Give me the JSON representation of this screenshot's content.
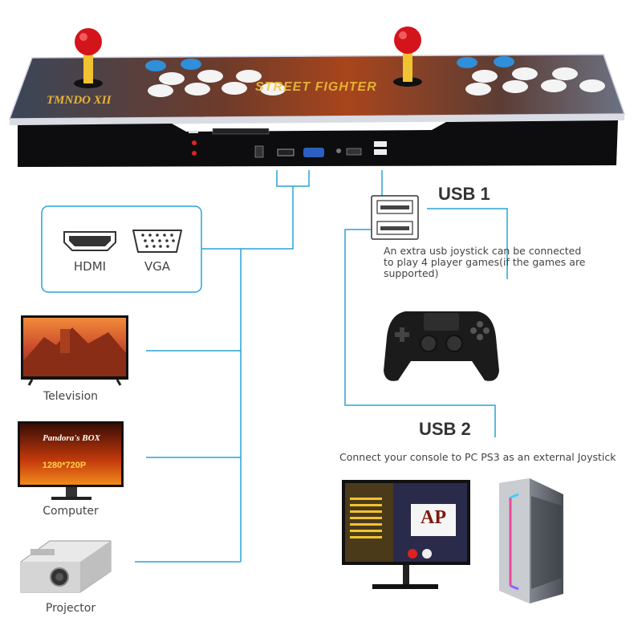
{
  "console": {
    "game_title": "TMNDO XII",
    "logo_text": "STREET FIGHTER"
  },
  "ports": {
    "hdmi_label": "HDMI",
    "vga_label": "VGA"
  },
  "devices": {
    "television": "Television",
    "computer": "Computer",
    "projector": "Projector"
  },
  "usb1": {
    "title": "USB 1",
    "description_line1": "An extra usb joystick can be connected",
    "description_line2": "to play 4 player games(if the games are",
    "description_line3": "supported)"
  },
  "usb2": {
    "title": "USB 2",
    "description": "Connect your console to PC PS3 as an external Joystick"
  },
  "screen": {
    "computer_brand": "Pandora's BOX",
    "computer_resolution": "1280*720P",
    "monitor_logo": "AP"
  },
  "colors": {
    "line": "#29a3d6",
    "joystick_ball": "#d4141b",
    "button_blue": "#2f8fd8",
    "button_white": "#f4f4f4"
  }
}
